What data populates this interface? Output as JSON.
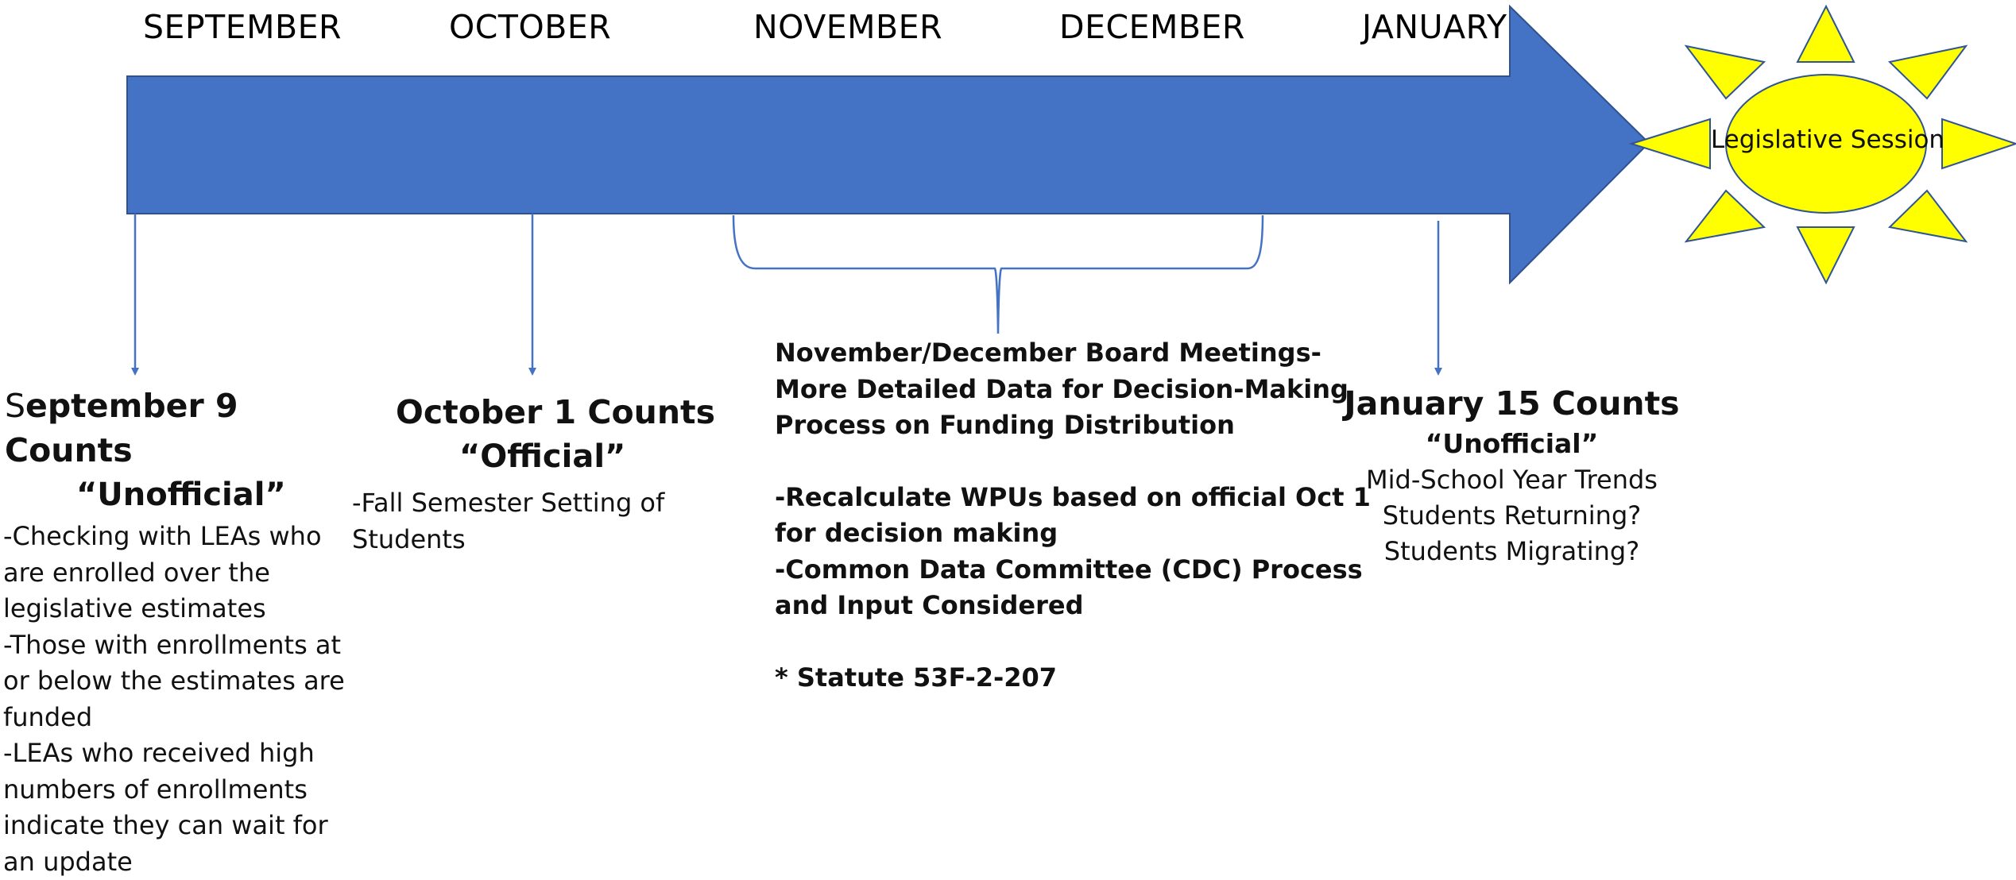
{
  "colors": {
    "arrow_fill": "#4472c4",
    "arrow_stroke": "#2f528f",
    "connector": "#4472c4",
    "sun_fill": "#ffff00",
    "sun_stroke": "#2f5597"
  },
  "timeline": {
    "months": [
      "SEPTEMBER",
      "OCTOBER",
      "NOVEMBER",
      "DECEMBER",
      "JANUARY"
    ],
    "end_label": "Legislative Session"
  },
  "september": {
    "title_first": "S",
    "title_rest": "eptember 9 Counts",
    "subtitle": "“Unofficial”",
    "lines": [
      "-Checking with LEAs who",
      "are  enrolled over the",
      "legislative estimates",
      "-Those with enrollments at",
      "or below the estimates  are",
      "funded",
      "-LEAs who received high",
      "numbers of enrollments",
      "indicate they can wait for",
      "an update"
    ]
  },
  "october": {
    "title": "October 1 Counts",
    "subtitle": "“Official”",
    "lines": [
      "-Fall Semester Setting of",
      "Students"
    ]
  },
  "nov_dec": {
    "heading_lines": [
      "November/December Board Meetings-",
      "More Detailed Data for Decision-Making",
      "Process on Funding Distribution"
    ],
    "bullet_lines": [
      "-Recalculate WPUs based on official Oct 1",
      "for decision making",
      "-Common Data Committee (CDC) Process",
      "and Input Considered"
    ],
    "statute": "* Statute 53F-2-207"
  },
  "january": {
    "title": "January 15 Counts",
    "subtitle": "“Unofficial”",
    "lines": [
      "Mid-School Year Trends",
      "Students Returning?",
      "Students Migrating?"
    ]
  }
}
